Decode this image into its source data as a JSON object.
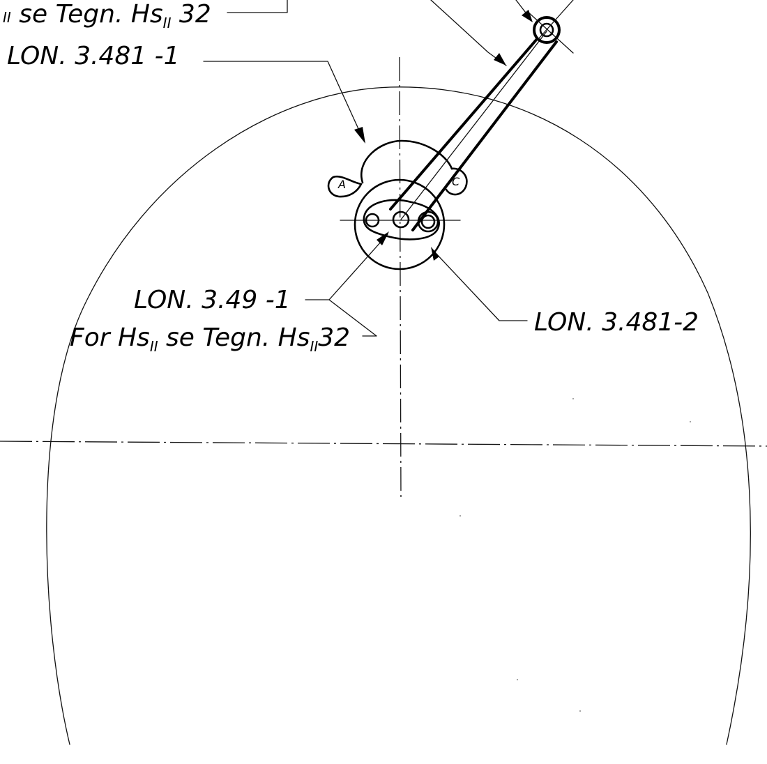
{
  "labels": {
    "top_note_main": " se Tegn. Hs",
    "top_note_prefix": "II",
    "top_note_sub": "II",
    "top_note_num": " 32",
    "lon_3481_1": "LON. 3.481 -1",
    "lon_349_1": "LON. 3.49 -1",
    "for_hs_prefix": "For Hs",
    "for_hs_sub1": "II",
    "for_hs_mid": " se Tegn. Hs",
    "for_hs_sub2": "II",
    "for_hs_num": "32",
    "lon_3481_2": "LON. 3.481-2",
    "mark_a": "A",
    "mark_c": "C"
  }
}
